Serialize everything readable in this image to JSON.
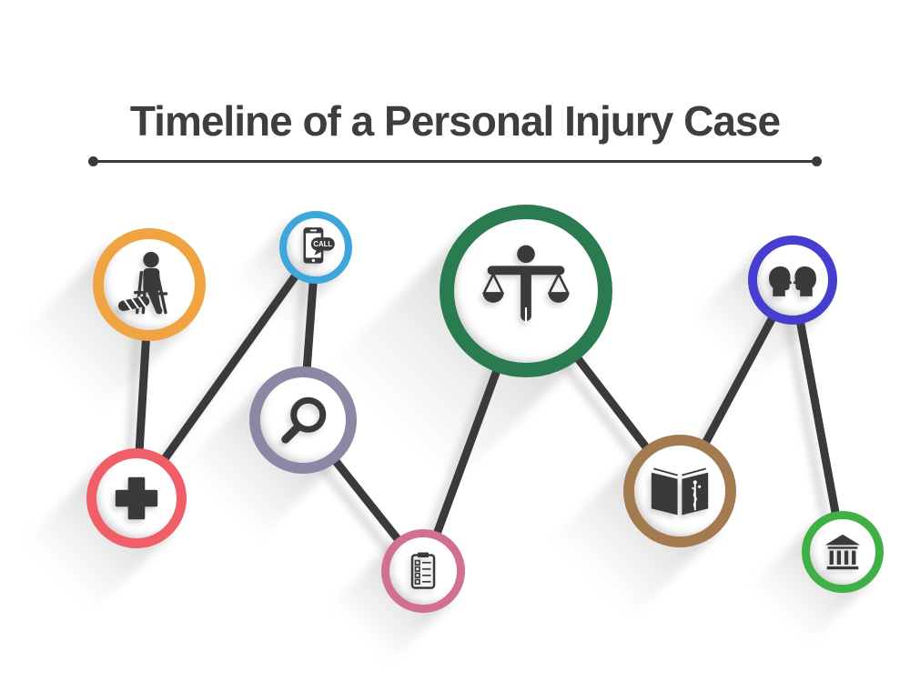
{
  "header": {
    "title": "Timeline of a Personal Injury Case"
  },
  "palette": {
    "ink": "#3a3a3c",
    "background": "#ffffff",
    "shadow_tone": "#8c8c8c"
  },
  "steps": [
    {
      "order": 1,
      "id": "injury",
      "icon": "injured-person-icon",
      "ring_color": "#F0A341"
    },
    {
      "order": 2,
      "id": "medical-treatment",
      "icon": "medical-cross-icon",
      "ring_color": "#F05F67"
    },
    {
      "order": 3,
      "id": "call-attorney",
      "icon": "phone-call-icon",
      "ring_color": "#3FA6DC",
      "icon_text": "CALL"
    },
    {
      "order": 4,
      "id": "investigation",
      "icon": "magnifier-icon",
      "ring_color": "#8E86A5"
    },
    {
      "order": 5,
      "id": "claim-checklist",
      "icon": "clipboard-checklist-icon",
      "ring_color": "#D17092"
    },
    {
      "order": 6,
      "id": "justice-scales",
      "icon": "scales-of-justice-icon",
      "ring_color": "#2A7B4F"
    },
    {
      "order": 7,
      "id": "medical-records",
      "icon": "medical-book-icon",
      "ring_color": "#A47B50"
    },
    {
      "order": 8,
      "id": "negotiation",
      "icon": "talking-heads-icon",
      "ring_color": "#453ECF"
    },
    {
      "order": 9,
      "id": "courthouse",
      "icon": "courthouse-icon",
      "ring_color": "#3FB046"
    }
  ]
}
